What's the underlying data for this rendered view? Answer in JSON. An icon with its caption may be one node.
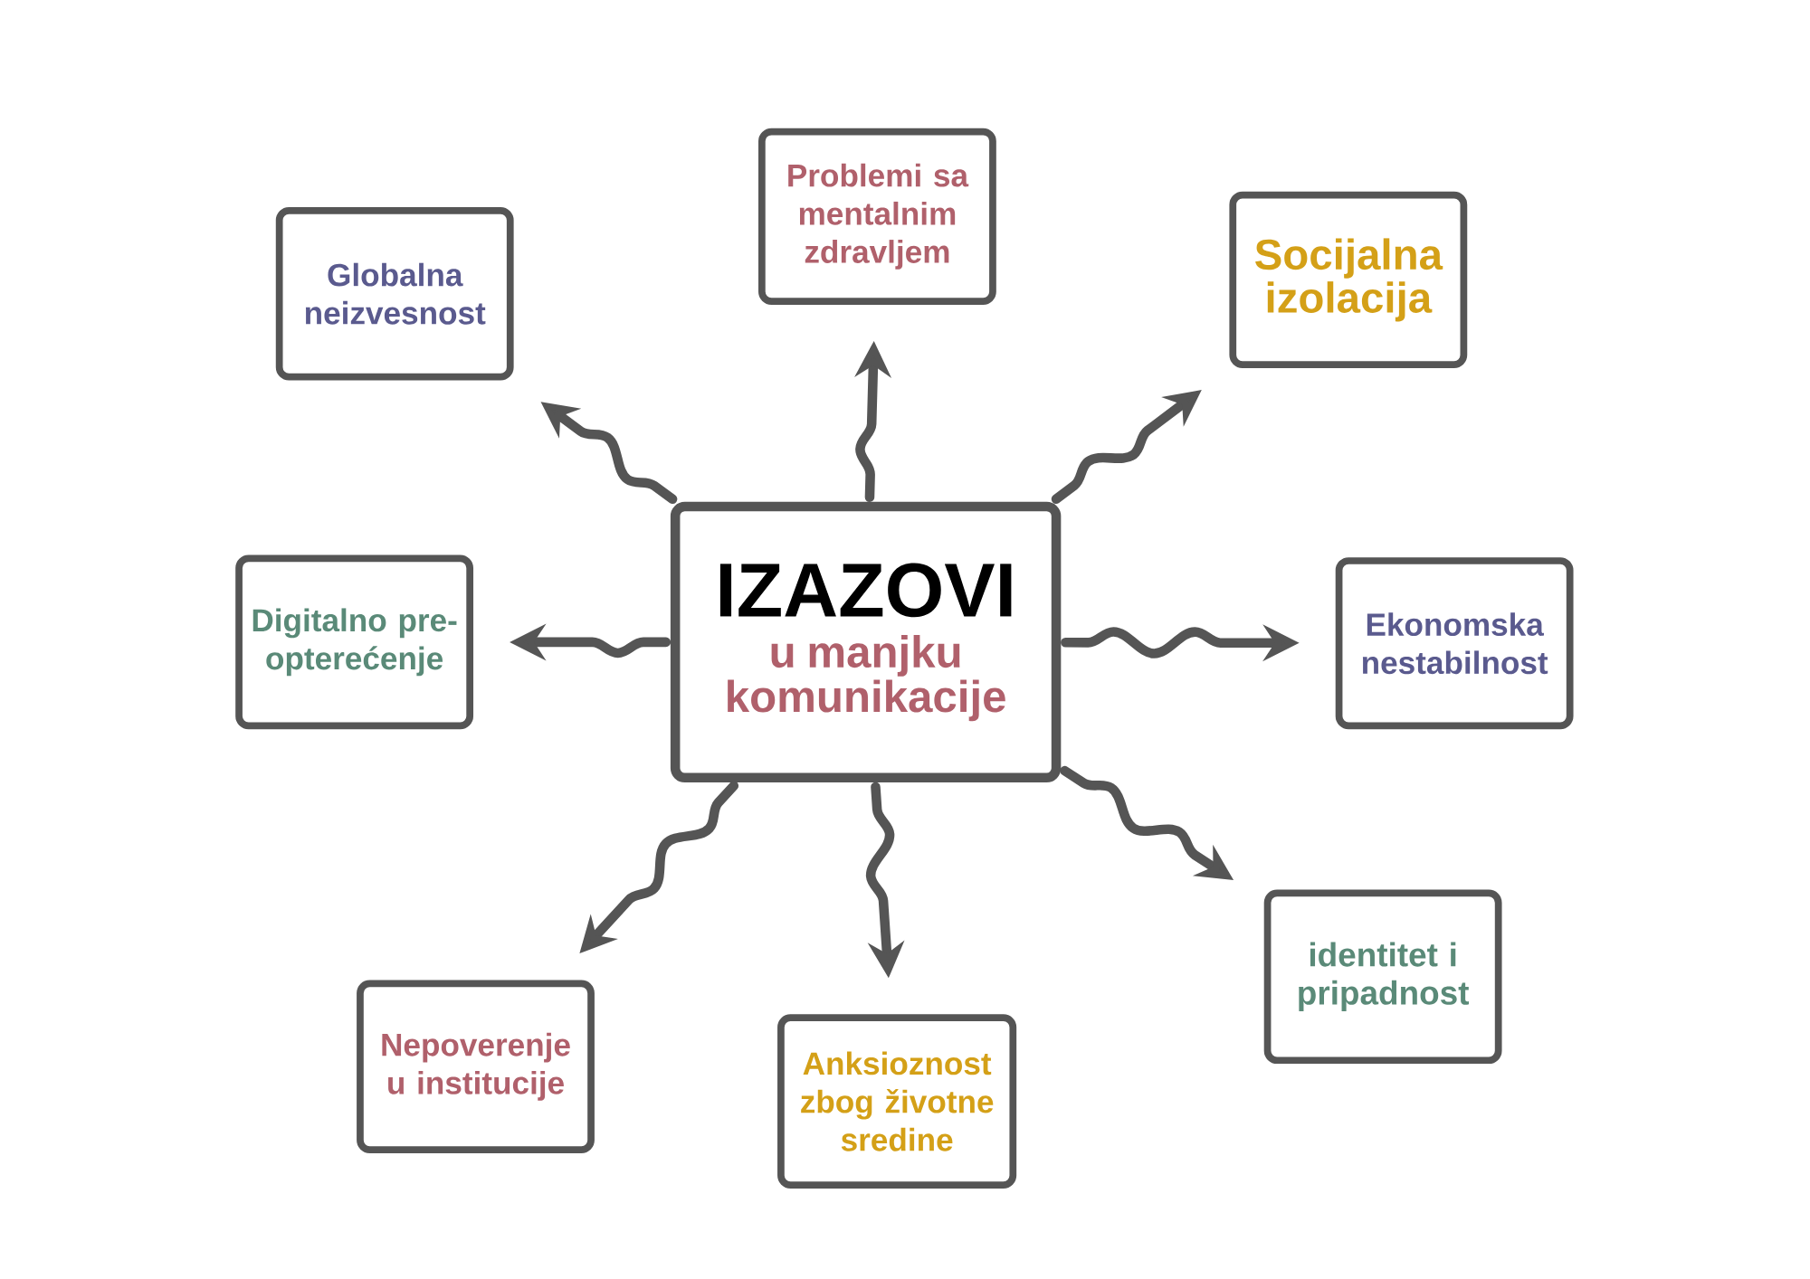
{
  "diagram": {
    "nodes": [
      {
        "text": [
          "IZAZOVI",
          "u manjku komunikacije"
        ]
      },
      {
        "text": [
          "Globalna neizvesnost"
        ]
      },
      {
        "text": [
          "Problemi sa mentalnim zdravljem"
        ]
      },
      {
        "text": [
          "Socijalna izolacija"
        ]
      },
      {
        "text": [
          "Digitalno pre-opterećenje"
        ]
      },
      {
        "text": [
          "Ekonomska nestabilnost"
        ]
      },
      {
        "text": [
          "Nepoverenje u institucije"
        ]
      },
      {
        "text": [
          "Anksioznost zbog životne sredine"
        ]
      },
      {
        "text": [
          "identitet i pripadnost"
        ]
      }
    ],
    "edges": [
      {
        "from": 0,
        "to": 1,
        "arrow": "to"
      },
      {
        "from": 0,
        "to": 2,
        "arrow": "to"
      },
      {
        "from": 0,
        "to": 3,
        "arrow": "to"
      },
      {
        "from": 0,
        "to": 4,
        "arrow": "to"
      },
      {
        "from": 0,
        "to": 5,
        "arrow": "to"
      },
      {
        "from": 0,
        "to": 6,
        "arrow": "to"
      },
      {
        "from": 0,
        "to": 7,
        "arrow": "to"
      },
      {
        "from": 0,
        "to": 8,
        "arrow": "to"
      }
    ]
  }
}
